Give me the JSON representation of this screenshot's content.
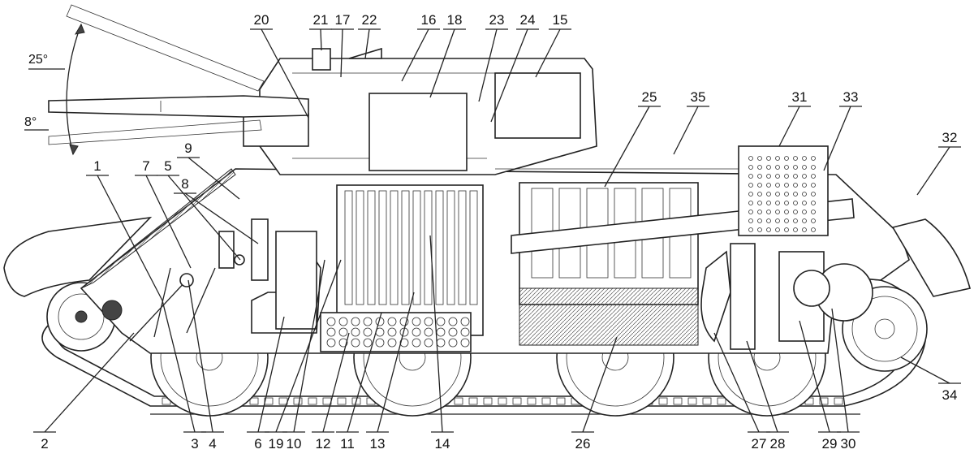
{
  "angles": {
    "elevation": "25°",
    "depression": "8°"
  },
  "callouts": [
    {
      "n": "1"
    },
    {
      "n": "2"
    },
    {
      "n": "3"
    },
    {
      "n": "4"
    },
    {
      "n": "5"
    },
    {
      "n": "6"
    },
    {
      "n": "7"
    },
    {
      "n": "8"
    },
    {
      "n": "9"
    },
    {
      "n": "10"
    },
    {
      "n": "11"
    },
    {
      "n": "12"
    },
    {
      "n": "13"
    },
    {
      "n": "14"
    },
    {
      "n": "15"
    },
    {
      "n": "16"
    },
    {
      "n": "17"
    },
    {
      "n": "18"
    },
    {
      "n": "19"
    },
    {
      "n": "20"
    },
    {
      "n": "21"
    },
    {
      "n": "22"
    },
    {
      "n": "23"
    },
    {
      "n": "24"
    },
    {
      "n": "25"
    },
    {
      "n": "26"
    },
    {
      "n": "27"
    },
    {
      "n": "28"
    },
    {
      "n": "29"
    },
    {
      "n": "30"
    },
    {
      "n": "31"
    },
    {
      "n": "32"
    },
    {
      "n": "33"
    },
    {
      "n": "34"
    },
    {
      "n": "35"
    }
  ]
}
